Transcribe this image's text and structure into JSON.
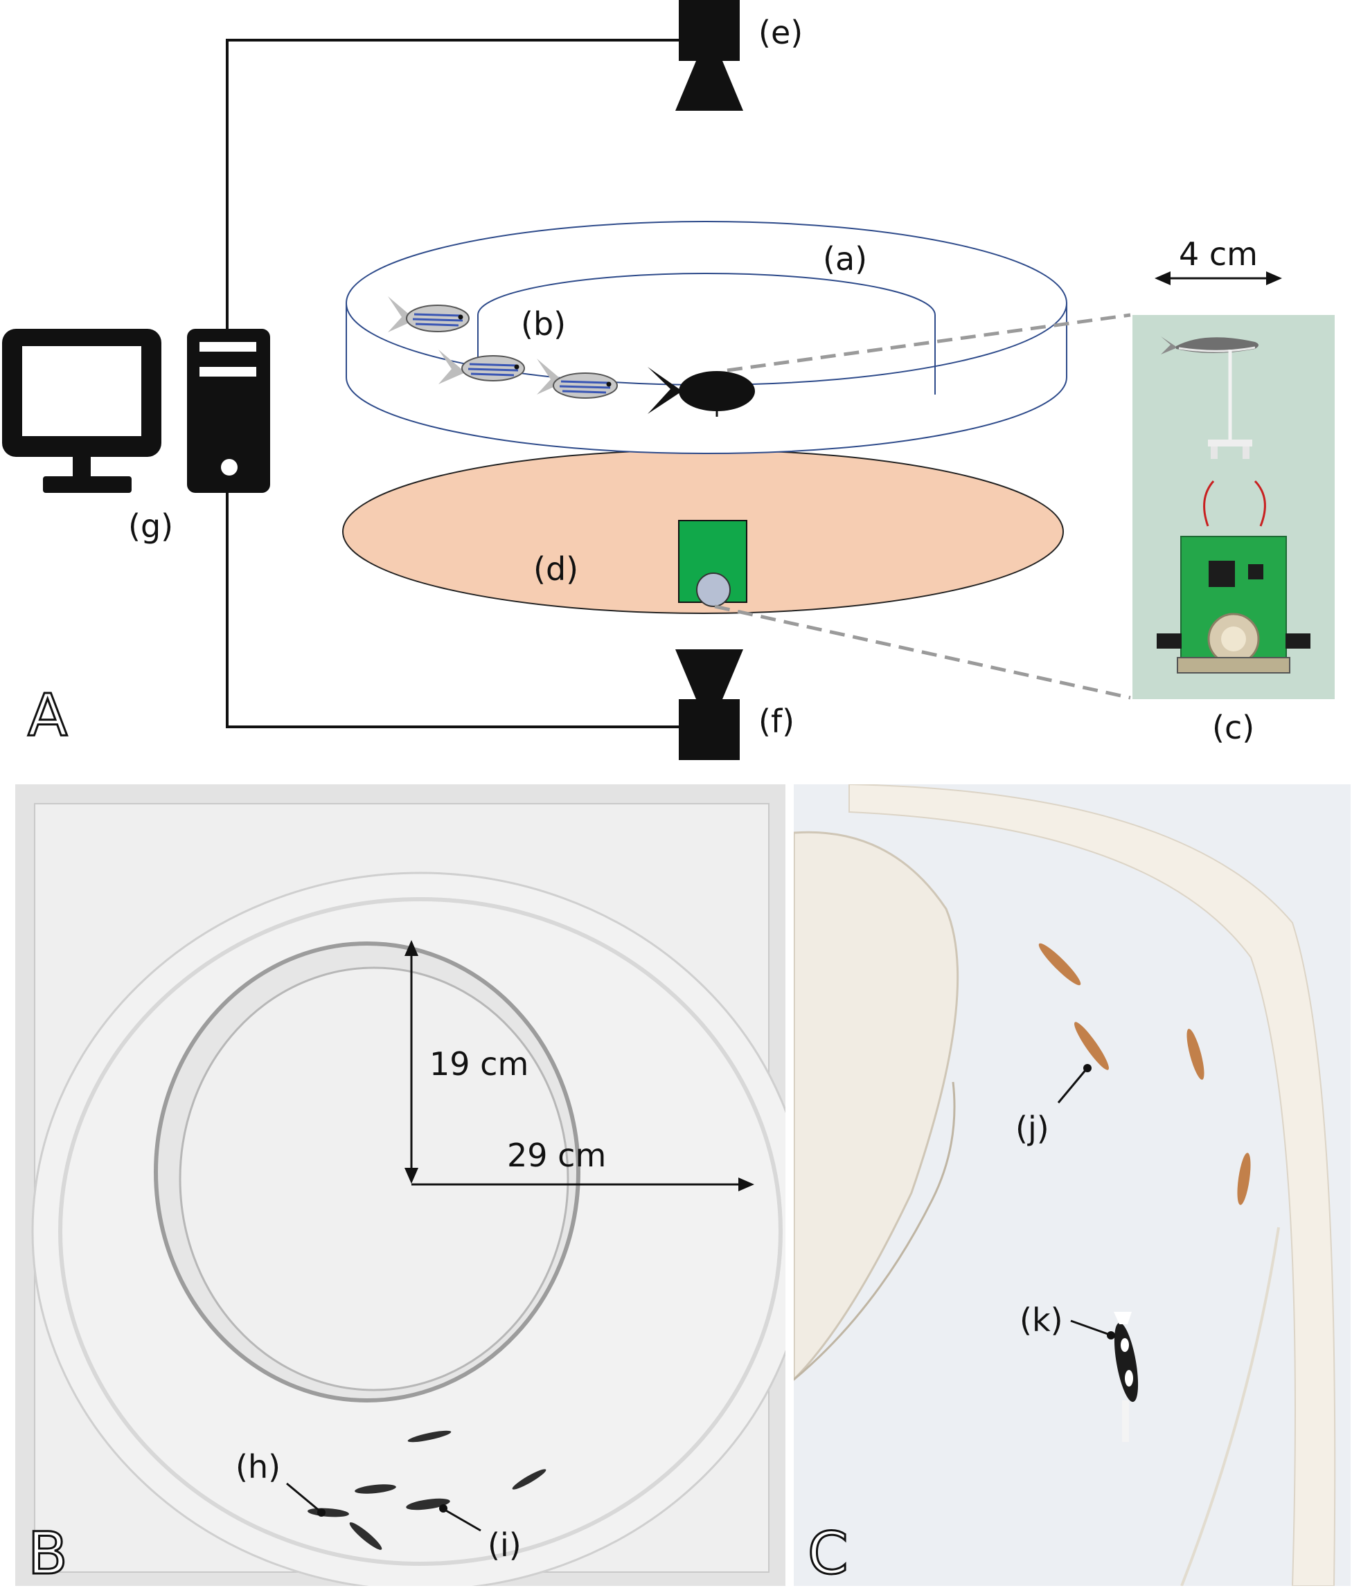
{
  "panels": {
    "a": "A",
    "b": "B",
    "c": "C"
  },
  "setup": {
    "outer_ring": "(a)",
    "inner_ring": "(b)",
    "robot": "(c)",
    "platform": "(d)",
    "camera_top": "(e)",
    "camera_bottom": "(f)",
    "computer": "(g)",
    "scale_bar": "4 cm"
  },
  "photo_b": {
    "inner_radius": "19 cm",
    "outer_radius": "29 cm",
    "fish_h": "(h)",
    "fish_i": "(i)"
  },
  "photo_c": {
    "fish_j": "(j)",
    "lure_k": "(k)"
  },
  "colors": {
    "platform": "#f6cdb2",
    "robot_board": "#11a84a",
    "ring_outline": "#2d4a8a",
    "fish_body": "#c7c7c7",
    "fish_stripes": "#3a56b4",
    "robot_photo_bg": "#c7dcd0",
    "panel_c_water": "#eceff3"
  }
}
